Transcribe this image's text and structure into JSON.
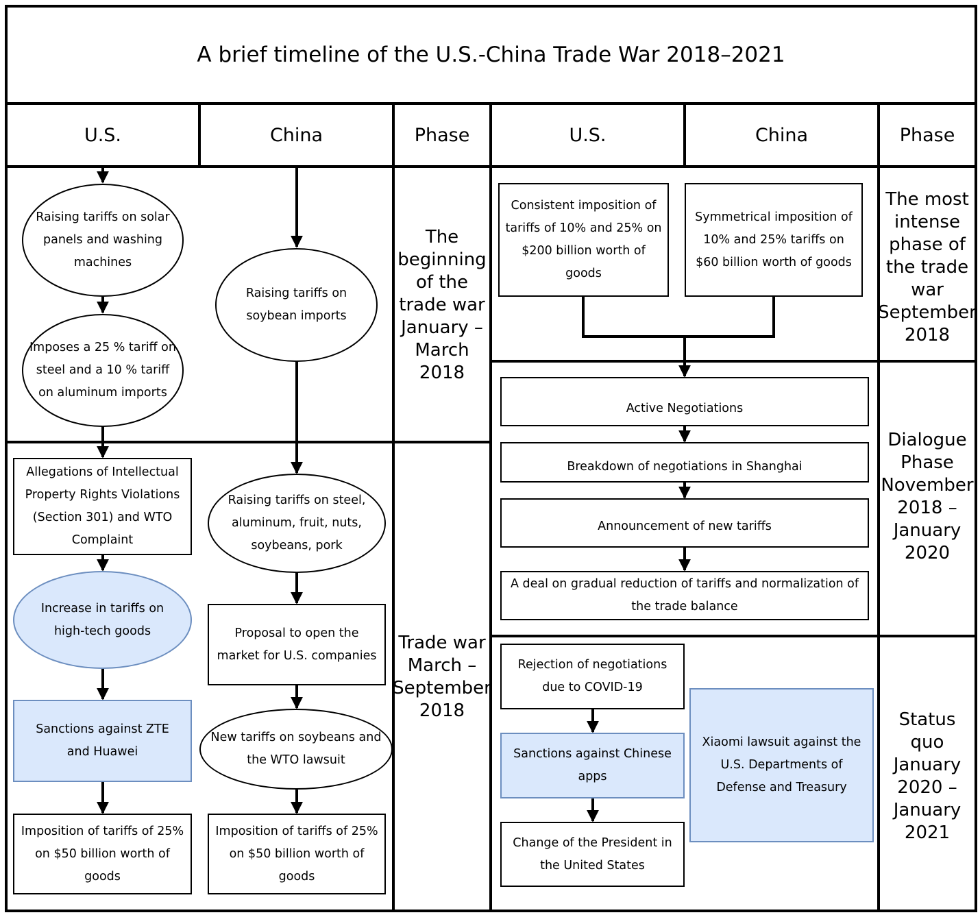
{
  "title": "A brief timeline of the U.S.-China Trade War 2018–2021",
  "headers": {
    "left": {
      "us": "U.S.",
      "china": "China",
      "phase": "Phase"
    },
    "right": {
      "us": "U.S.",
      "china": "China",
      "phase": "Phase"
    }
  },
  "phases": {
    "beginning": "The beginning of the trade war January – March 2018",
    "trade_war": "Trade war March – September 2018",
    "intense": "The most intense phase of the trade war September 2018",
    "dialogue": "Dialogue Phase November 2018 – January 2020",
    "status_quo": "Status quo January 2020 – January 2021"
  },
  "us_left": {
    "solar": "Raising tariffs on solar panels and washing machines",
    "steel": "Imposes a 25 % tariff on steel and a 10 % tariff on aluminum imports",
    "ip": "Allegations of Intellectual Property Rights Violations (Section 301) and WTO Complaint",
    "hightech": "Increase in tariffs on high-tech goods",
    "zte": "Sanctions against ZTE and Huawei",
    "tariffs50": "Imposition of tariffs of 25% on $50 billion worth of goods"
  },
  "china_left": {
    "soybean": "Raising tariffs on soybean imports",
    "steel": "Raising tariffs on steel, aluminum, fruit, nuts, soybeans, pork",
    "market": "Proposal to open the market for U.S. companies",
    "wto": "New tariffs on soybeans and the WTO lawsuit",
    "tariffs50": "Imposition of tariffs of 25% on $50 billion worth of goods"
  },
  "intense": {
    "us": "Consistent imposition of tariffs of 10% and 25% on $200 billion worth of goods",
    "china": "Symmetrical imposition of 10% and 25% tariffs on $60 billion worth of goods"
  },
  "dialogue": {
    "active": "Active Negotiations",
    "breakdown": "Breakdown of negotiations in Shanghai",
    "announcement": "Announcement of new tariffs",
    "deal": "A deal on gradual reduction of tariffs and normalization of the trade balance"
  },
  "status_quo": {
    "rejection": "Rejection of negotiations due to COVID-19",
    "apps": "Sanctions against Chinese apps",
    "president": "Change of the President in the United States",
    "xiaomi": "Xiaomi lawsuit against the U.S. Departments of Defense and Treasury"
  },
  "colors": {
    "highlight_fill": "#dae8fc",
    "highlight_stroke": "#6c8ebf",
    "line": "#000000"
  }
}
